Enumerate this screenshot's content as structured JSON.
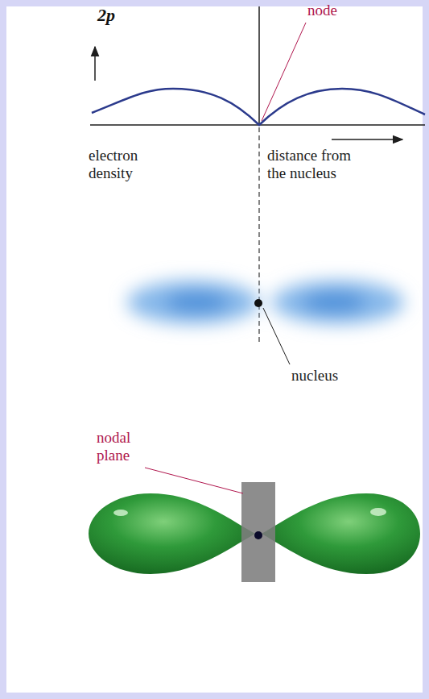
{
  "diagram": {
    "labels": [
      "2p",
      "node",
      "electron density",
      "distance from the nucleus",
      "nucleus",
      "nodal plane"
    ]
  }
}
